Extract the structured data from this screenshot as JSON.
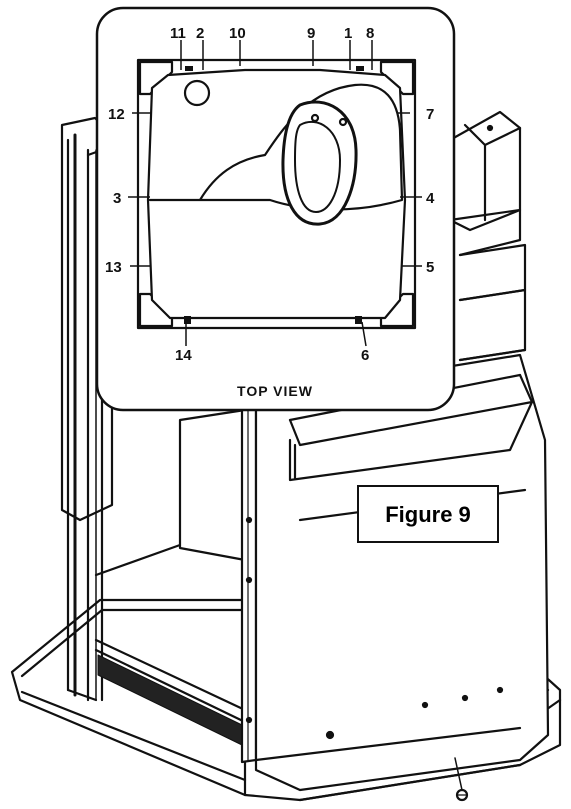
{
  "inset": {
    "caption": "TOP VIEW",
    "callouts": {
      "c1": "1",
      "c2": "2",
      "c3": "3",
      "c4": "4",
      "c5": "5",
      "c6": "6",
      "c7": "7",
      "c8": "8",
      "c9": "9",
      "c10": "10",
      "c11": "11",
      "c12": "12",
      "c13": "13",
      "c14": "14"
    }
  },
  "figure_label": "Figure 9"
}
